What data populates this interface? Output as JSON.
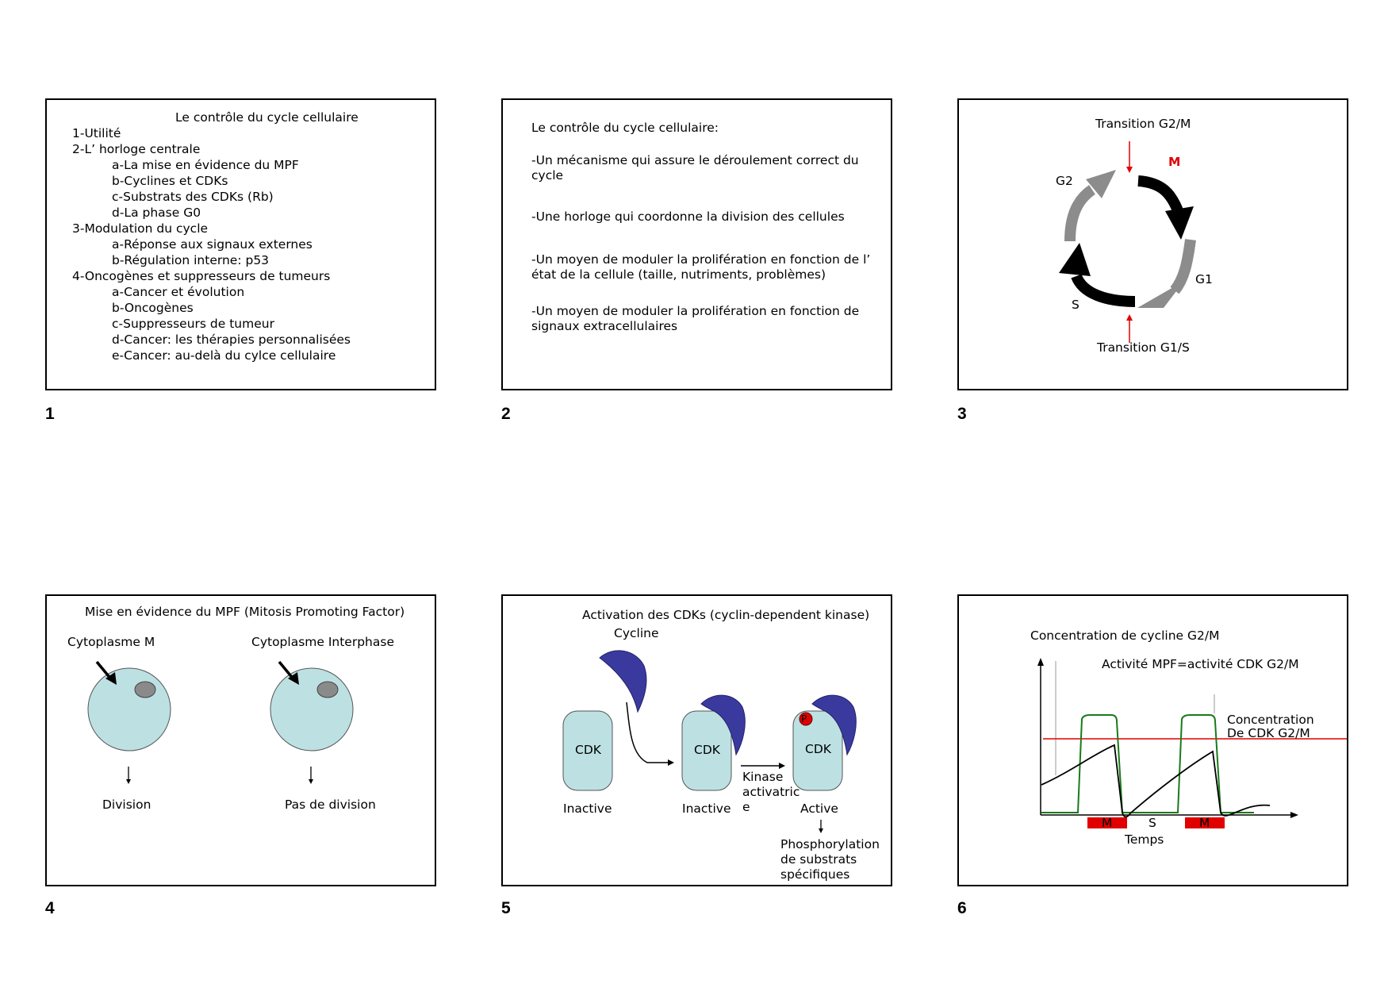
{
  "slide_numbers": [
    "1",
    "2",
    "3",
    "4",
    "5",
    "6"
  ],
  "slide1": {
    "title": "Le contrôle du cycle cellulaire",
    "items": [
      {
        "level": 1,
        "text": "1-Utilité"
      },
      {
        "level": 1,
        "text": "2-L’ horloge centrale"
      },
      {
        "level": 2,
        "text": "a-La mise en évidence du MPF"
      },
      {
        "level": 2,
        "text": "b-Cyclines et CDKs"
      },
      {
        "level": 2,
        "text": "c-Substrats des CDKs (Rb)"
      },
      {
        "level": 2,
        "text": "d-La phase G0"
      },
      {
        "level": 1,
        "text": "3-Modulation du cycle"
      },
      {
        "level": 2,
        "text": "a-Réponse aux signaux externes"
      },
      {
        "level": 2,
        "text": "b-Régulation interne: p53"
      },
      {
        "level": 1,
        "text": "4-Oncogènes et suppresseurs de tumeurs"
      },
      {
        "level": 2,
        "text": "a-Cancer et évolution"
      },
      {
        "level": 2,
        "text": "b-Oncogènes"
      },
      {
        "level": 2,
        "text": "c-Suppresseurs de tumeur"
      },
      {
        "level": 2,
        "text": "d-Cancer: les thérapies personnalisées"
      },
      {
        "level": 2,
        "text": "e-Cancer: au-delà du cylce cellulaire"
      }
    ]
  },
  "slide2": {
    "title": "Le contrôle du cycle cellulaire:",
    "p1": "-Un mécanisme qui assure le déroulement correct du cycle",
    "p2": "-Une horloge qui coordonne la division des cellules",
    "p3": "-Un moyen de moduler la prolifération en fonction de l’ état de la cellule (taille, nutriments, problèmes)",
    "p4": "-Un moyen de moduler la prolifération en fonction de signaux extracellulaires"
  },
  "slide3": {
    "transition_top": "Transition G2/M",
    "transition_bottom": "Transition G1/S",
    "phase_m": "M",
    "phase_g1": "G1",
    "phase_s": "S",
    "phase_g2": "G2",
    "colors": {
      "accent": "#e00000",
      "dark": "#000000",
      "grey": "#8c8c8c"
    }
  },
  "slide4": {
    "title": "Mise en évidence du MPF (Mitosis Promoting Factor)",
    "left_label": "Cytoplasme M",
    "right_label": "Cytoplasme Interphase",
    "left_result": "Division",
    "right_result": "Pas de division",
    "cell_color": "#bde1e3"
  },
  "slide5": {
    "title": "Activation des CDKs (cyclin-dependent kinase)",
    "cycline": "Cycline",
    "cdk": "CDK",
    "p": "P",
    "inactive": "Inactive",
    "active": "Active",
    "kinase_lines": [
      "Kinase",
      "activatric",
      "e"
    ],
    "result_lines": [
      "Phosphorylation",
      "de substrats",
      "spécifiques"
    ],
    "cyclin_color": "#3a3a9e"
  },
  "slide6": {
    "label_cycline": "Concentration de cycline G2/M",
    "label_mpf": "Activité MPF=activité CDK G2/M",
    "label_cdk_lines": [
      "Concentration",
      "De CDK G2/M"
    ],
    "phase_m": "M",
    "phase_s": "S",
    "xlabel": "Temps",
    "colors": {
      "cdk_line": "#e00000",
      "mpf": "#1a7a1a",
      "cycline": "#000000",
      "phase": "#e00000"
    }
  }
}
